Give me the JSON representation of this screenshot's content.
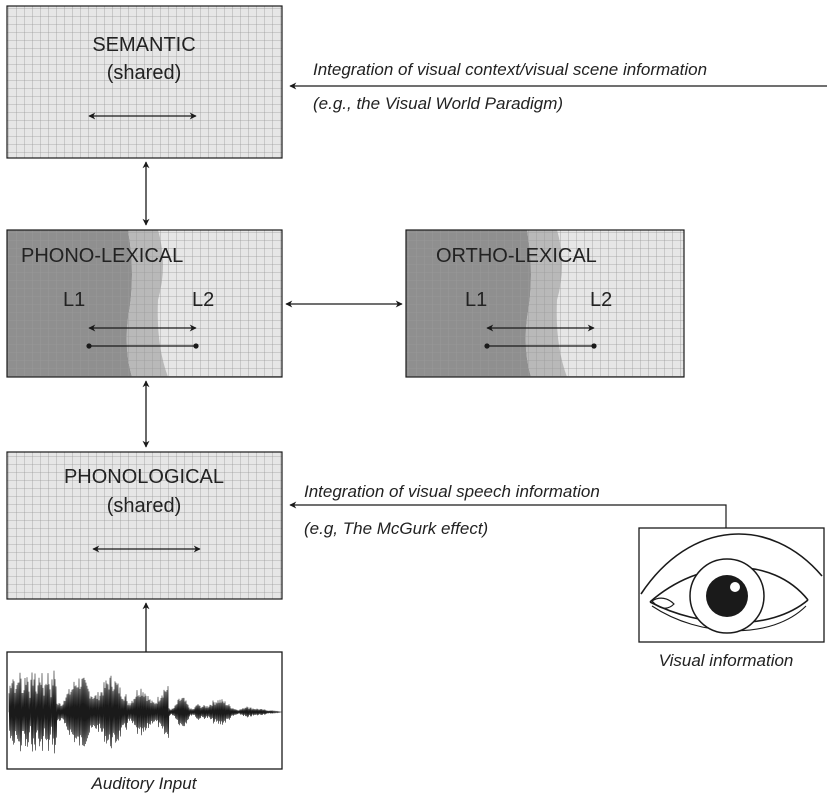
{
  "colors": {
    "box_fill": "#e6e6e6",
    "grid_line": "#9a9a9a",
    "dark_region": "#8f8f8f",
    "mid_region": "#b9b9b9",
    "ink": "#1a1a1a",
    "text": "#222222"
  },
  "boxes": {
    "semantic": {
      "title": "SEMANTIC",
      "subtitle": "(shared)"
    },
    "phono_lexical": {
      "title": "PHONO-LEXICAL",
      "l1": "L1",
      "l2": "L2"
    },
    "ortho_lexical": {
      "title": "ORTHO-LEXICAL",
      "l1": "L1",
      "l2": "L2"
    },
    "phonological": {
      "title": "PHONOLOGICAL",
      "subtitle": "(shared)"
    }
  },
  "annotations": {
    "visual_context_line1": "Integration of visual context/visual scene information",
    "visual_context_line2": "(e.g., the Visual World Paradigm)",
    "visual_speech_line1": "Integration of visual speech information",
    "visual_speech_line2": "(e.g, The McGurk effect)"
  },
  "captions": {
    "visual_information": "Visual information",
    "auditory_input": "Auditory Input"
  },
  "icons": {
    "eye": "eye-icon",
    "waveform": "waveform-icon"
  }
}
